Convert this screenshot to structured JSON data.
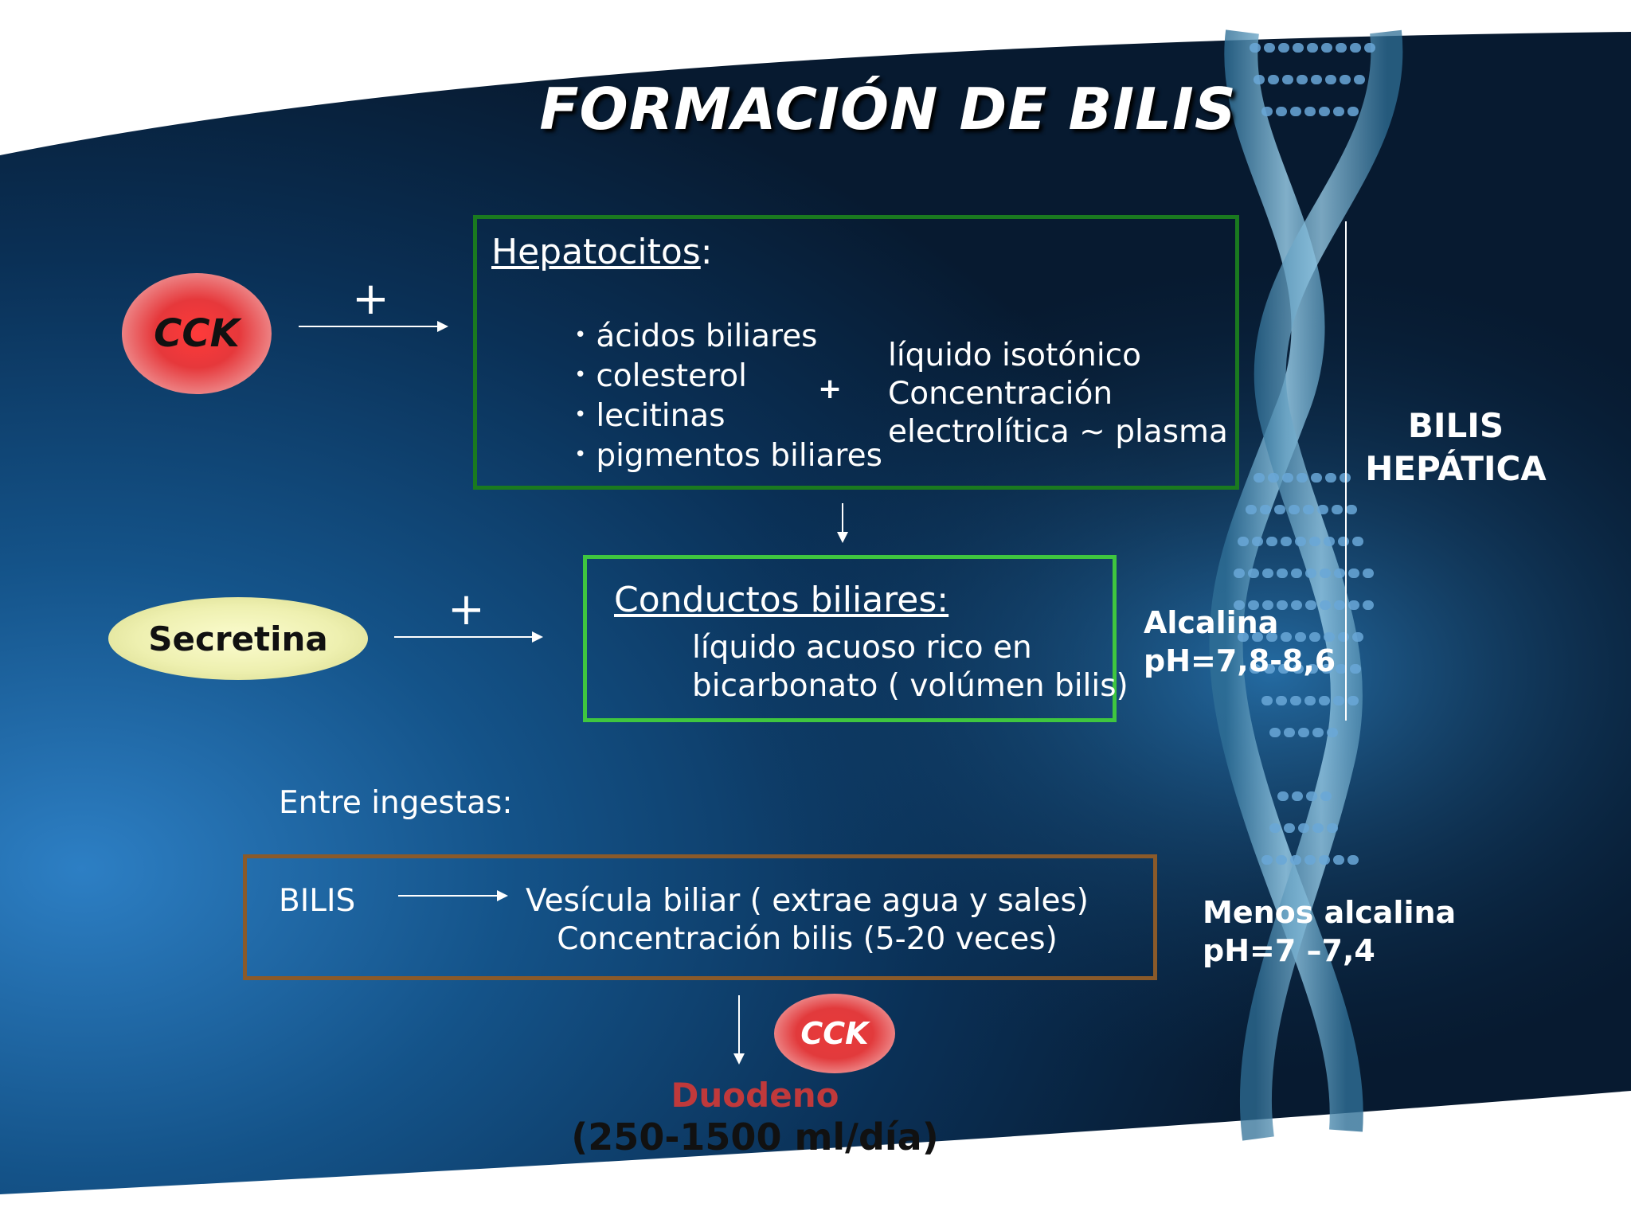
{
  "title": "FORMACIÓN DE BILIS",
  "hepatocitos": {
    "heading": "Hepatocitos",
    "colon": ":",
    "items": [
      "ácidos biliares",
      "colesterol",
      "lecitinas",
      "pigmentos biliares"
    ],
    "plus": "+",
    "description": [
      "líquido isotónico",
      "Concentración",
      "electrolítica ~ plasma"
    ]
  },
  "cck_top": {
    "label": "CCK",
    "plus": "+"
  },
  "secretina": {
    "label": "Secretina",
    "plus": "+"
  },
  "conductos": {
    "heading": "Conductos biliares:",
    "lines": [
      "líquido acuoso rico en",
      "bicarbonato ( volúmen bilis)"
    ]
  },
  "bilis_hepatica": [
    "BILIS",
    "HEPÁTICA"
  ],
  "alcalina": [
    "Alcalina",
    "pH=7,8-8,6"
  ],
  "entre_ingestas": "Entre ingestas:",
  "vesicula": {
    "source": "BILIS",
    "lines": [
      "Vesícula biliar ( extrae agua y sales)",
      "Concentración bilis (5-20 veces)"
    ]
  },
  "menos_alcalina": [
    "Menos alcalina",
    "pH=7 –7,4"
  ],
  "cck_bottom": {
    "label": "CCK"
  },
  "duodeno": {
    "label": "Duodeno",
    "volume": "(250-1500 ml/día)"
  },
  "colors": {
    "hepatocitos_border": "#1a7a1f",
    "conductos_border": "#3fc63f",
    "vesicula_border": "#8a5a2a",
    "duodeno": "#c0393b",
    "cck_fill": "#e83a3a",
    "secretina_fill": "#eef0b0"
  }
}
